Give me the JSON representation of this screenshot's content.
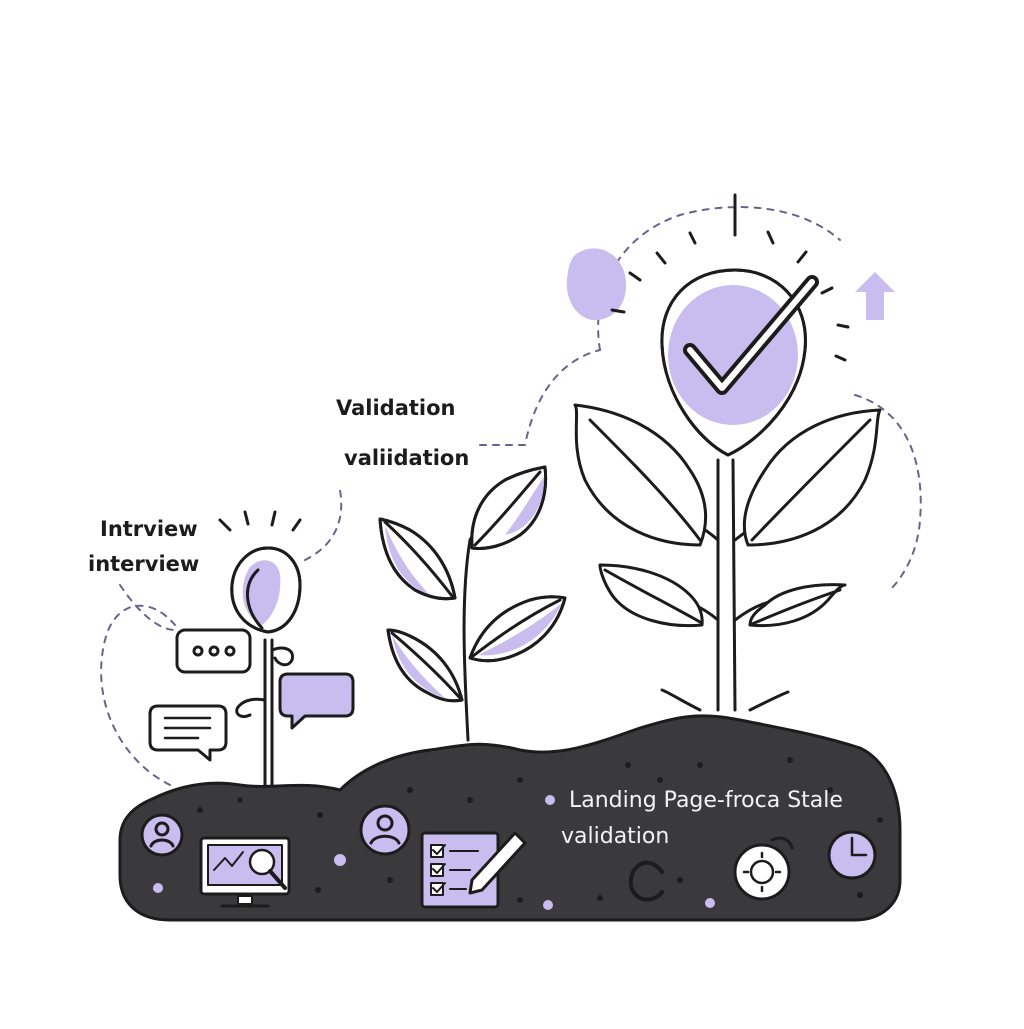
{
  "labels": {
    "interview_line1": "Intrview",
    "interview_line2": "interview",
    "validation_line1": "Validation",
    "validation_line2": "valiidation",
    "landing_line1": "Landing Page-froca Stale",
    "landing_line2": "validation"
  },
  "colors": {
    "ink": "#1c1c1c",
    "lavender": "#c9bdf0",
    "soil": "#3a3a3c",
    "soil_text": "#f4f2f8",
    "dash": "#6b6290"
  },
  "icons": [
    "ellipsis-speech-bubble-icon",
    "lines-speech-bubble-icon",
    "blank-speech-bubble-icon",
    "user-avatar-icon",
    "monitor-chart-magnifier-icon",
    "checklist-pencil-icon",
    "circular-arrow-icon",
    "gear-badge-icon",
    "clock-icon",
    "up-arrow-icon",
    "check-mark-icon"
  ]
}
